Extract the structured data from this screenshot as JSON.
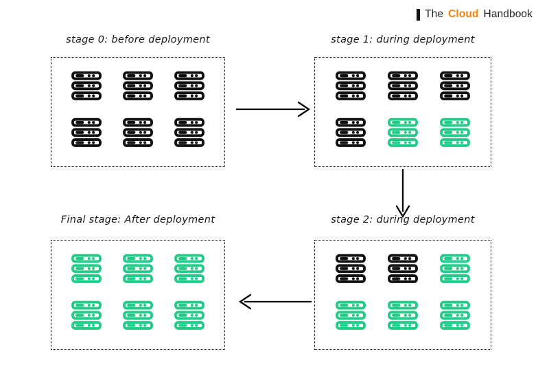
{
  "brand": {
    "bar_icon": "vertical-bar-icon",
    "word1": "The",
    "word2": "Cloud",
    "word3": "Handbook",
    "accent_color": "#f97f0a",
    "text_color": "#262626"
  },
  "theme": {
    "background": "#ffffff",
    "server_black": "#111111",
    "server_green": "#22cc88",
    "border_color": "#000000"
  },
  "diagram": {
    "type": "rolling-deployment",
    "icon_name": "server-rack-icon",
    "rows": 2,
    "cols": 3,
    "stages": [
      {
        "id": "stage-0",
        "label": "stage 0: before deployment",
        "position": "top-left",
        "servers": [
          "black",
          "black",
          "black",
          "black",
          "black",
          "black"
        ],
        "green_count": 0,
        "black_count": 6
      },
      {
        "id": "stage-1",
        "label": "stage 1: during deployment",
        "position": "top-right",
        "servers": [
          "black",
          "black",
          "black",
          "black",
          "green",
          "green"
        ],
        "green_count": 2,
        "black_count": 4
      },
      {
        "id": "stage-2",
        "label": "stage 2: during deployment",
        "position": "bottom-right",
        "servers": [
          "black",
          "black",
          "green",
          "green",
          "green",
          "green"
        ],
        "green_count": 4,
        "black_count": 2
      },
      {
        "id": "final-stage",
        "label": "Final stage: After deployment",
        "position": "bottom-left",
        "servers": [
          "green",
          "green",
          "green",
          "green",
          "green",
          "green"
        ],
        "green_count": 6,
        "black_count": 0
      }
    ],
    "arrows": [
      {
        "id": "arrow-stage0-to-stage1",
        "name": "arrow-right-icon",
        "direction": "right"
      },
      {
        "id": "arrow-stage1-to-stage2",
        "name": "arrow-down-icon",
        "direction": "down"
      },
      {
        "id": "arrow-stage2-to-final",
        "name": "arrow-left-icon",
        "direction": "left"
      }
    ]
  }
}
